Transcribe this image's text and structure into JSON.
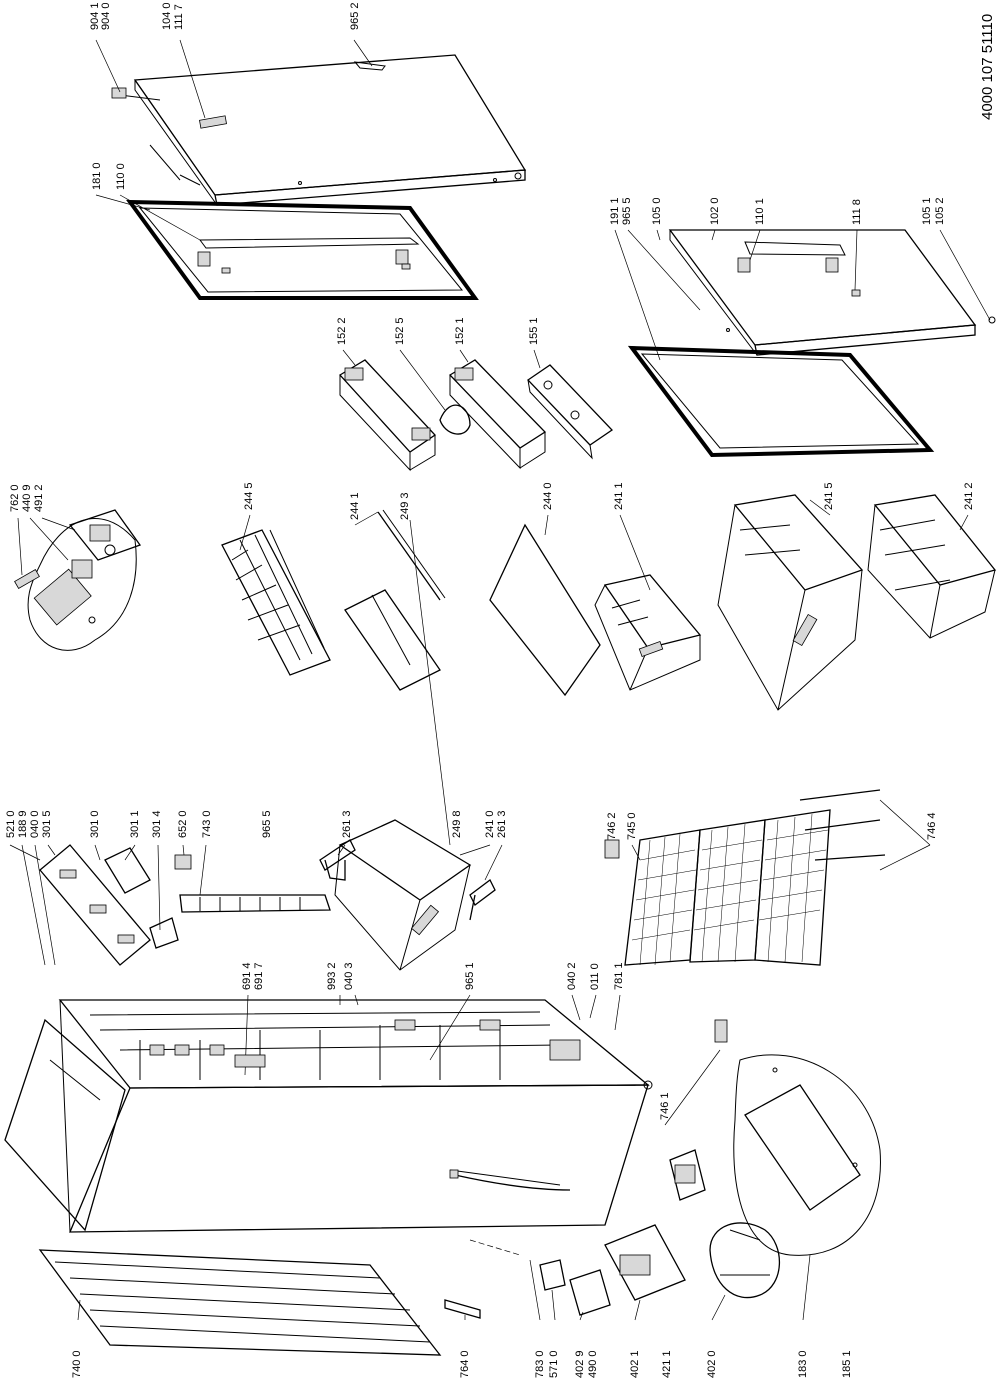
{
  "document_id": "4000 107 51110",
  "part_labels": {
    "p9041": "904 1",
    "p9040": "904 0",
    "p1040": "104 0",
    "p1117": "111 7",
    "p9652": "965 2",
    "p1810": "181 0",
    "p1100": "110 0",
    "p1911": "191 1",
    "p9655a": "965 5",
    "p1050": "105 0",
    "p1020": "102 0",
    "p1101": "110 1",
    "p1118": "111 8",
    "p1051": "105 1",
    "p1052": "105 2",
    "p1522": "152 2",
    "p1525": "152 5",
    "p1521": "152 1",
    "p1551": "155 1",
    "p7620": "762 0",
    "p4409": "440 9",
    "p4912": "491 2",
    "p2445": "244 5",
    "p2441": "244 1",
    "p2493": "249 3",
    "p2440": "244 0",
    "p2411": "241 1",
    "p2415": "241 5",
    "p2412": "241 2",
    "p5210": "521 0",
    "p1889": "188 9",
    "p0400a": "040 0",
    "p3015": "301 5",
    "p3010": "301 0",
    "p3011": "301 1",
    "p3014": "301 4",
    "p6520": "652 0",
    "p7430": "743 0",
    "p9655b": "965 5",
    "p2613a": "261 3",
    "p2498": "249 8",
    "p2410": "241 0",
    "p2613b": "261 3",
    "p6914": "691 4",
    "p6917": "691 7",
    "p9932": "993 2",
    "p0403": "040 3",
    "p9651": "965 1",
    "p0402": "040 2",
    "p0110": "011 0",
    "p7811": "781 1",
    "p7462": "746 2",
    "p7450": "745 0",
    "p7464": "746 4",
    "p7461": "746 1",
    "p7400": "740 0",
    "p7640": "764 0",
    "p7830": "783 0",
    "p5710": "571 0",
    "p4029": "402 9",
    "p4900": "490 0",
    "p4021": "402 1",
    "p4211": "421 1",
    "p4020": "402 0",
    "p1830": "183 0",
    "p1851": "185 1"
  }
}
